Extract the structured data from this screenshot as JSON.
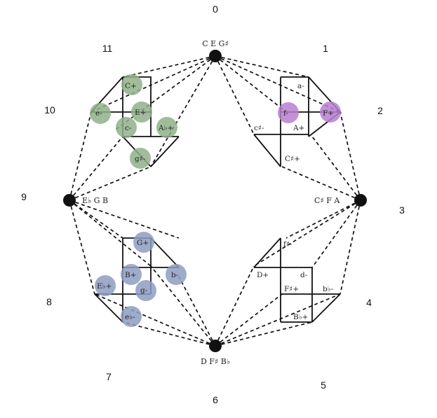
{
  "positions": [
    "0",
    "1",
    "2",
    "3",
    "4",
    "5",
    "6",
    "7",
    "8",
    "9",
    "10",
    "11"
  ],
  "vertices": {
    "top": "C E G♯",
    "right": "C♯ F A",
    "bottom": "D F♯ B♭",
    "left": "E♭ G B"
  },
  "cubes": {
    "upper_left": [
      "C+",
      "e-",
      "E+",
      "c-",
      "A♭+",
      "g♯-"
    ],
    "upper_right": [
      "a-",
      "f-",
      "F+",
      "c♯-",
      "A+",
      "C♯+"
    ],
    "lower_left": [
      "G+",
      "B+",
      "b-",
      "E♭+",
      "g-",
      "e♭-"
    ],
    "lower_right": [
      "f♯-",
      "D+",
      "d-",
      "F♯+",
      "b♭-",
      "B♭+"
    ]
  },
  "colors": {
    "green": "#8fb08a",
    "purple": "#b77fd0",
    "blue": "#8d9cc2",
    "line": "#111111"
  }
}
